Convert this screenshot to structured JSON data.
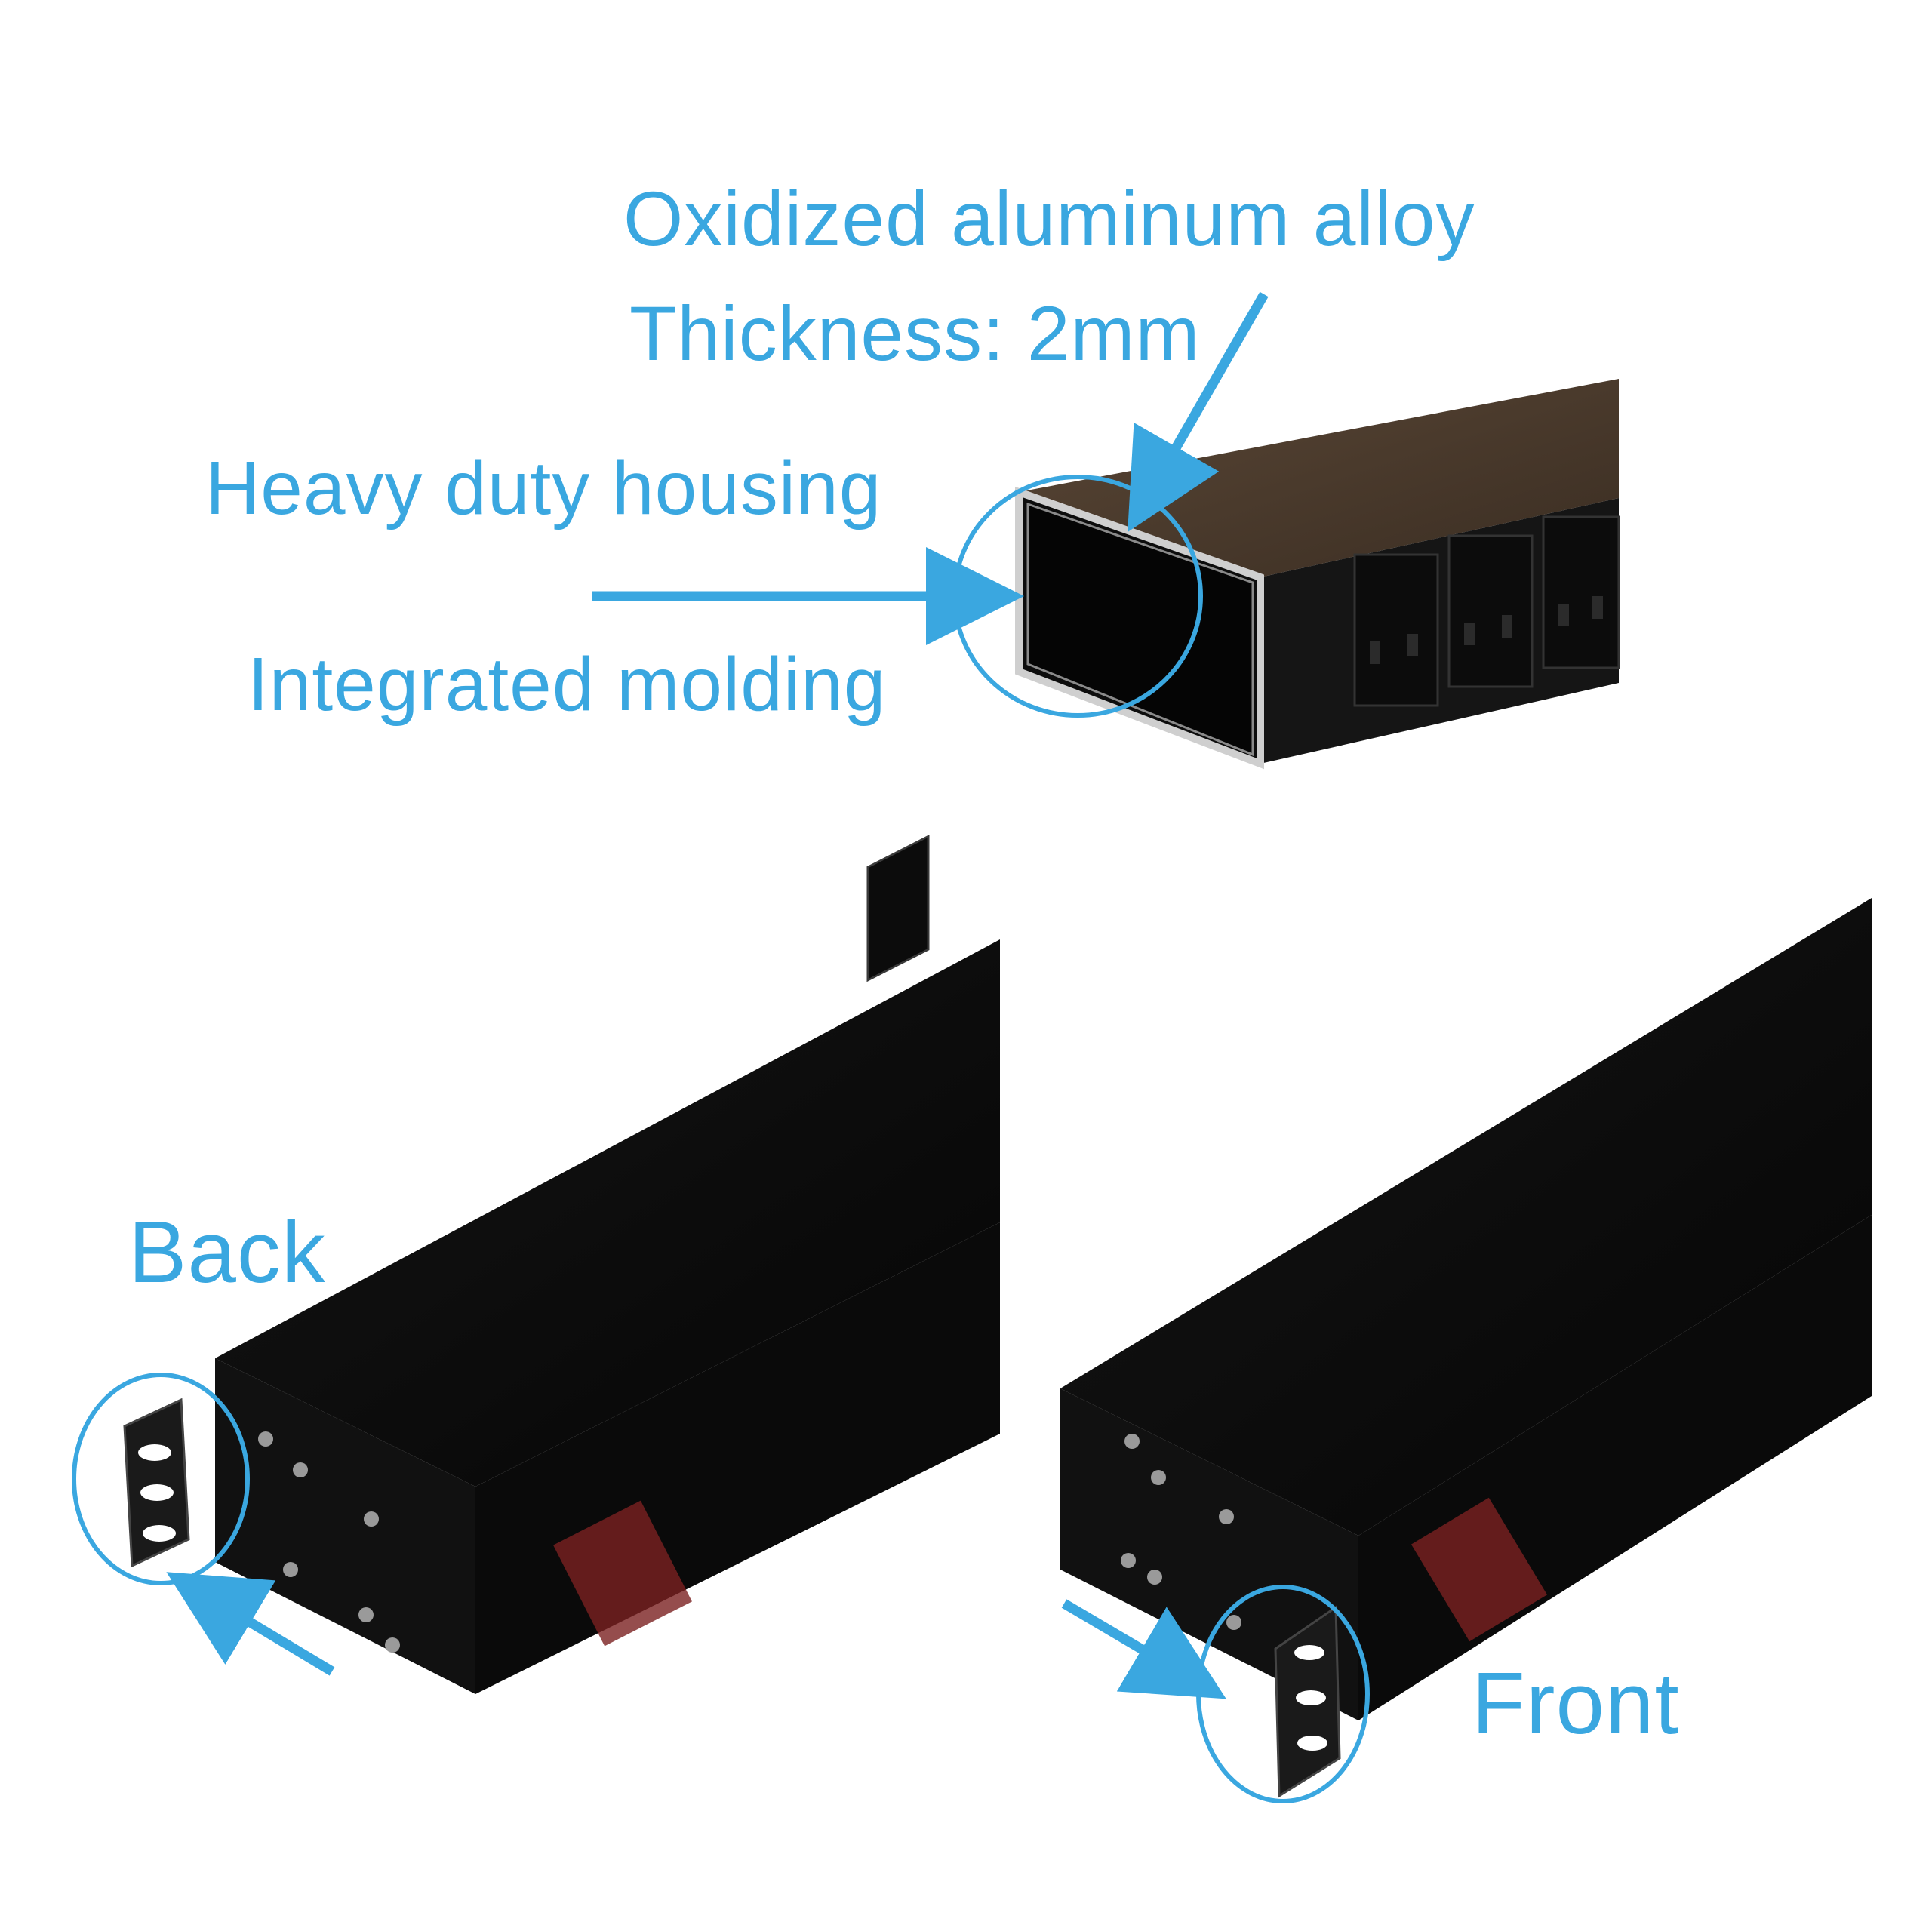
{
  "callouts": {
    "material": "Oxidized aluminum alloy",
    "thickness": "Thickness: 2mm",
    "housing": "Heavy duty housing",
    "molding": "Integrated molding",
    "back": "Back",
    "front": "Front"
  },
  "colors": {
    "accent": "#3aa7e0",
    "housing_body": "#0a0a0a",
    "housing_top_bronze": "#4a3a2c",
    "aluminum_edge": "#c9c9c9",
    "background": "#ffffff"
  },
  "icons": {
    "arrow": "arrow-icon",
    "highlight_circle": "circle-highlight-icon"
  }
}
